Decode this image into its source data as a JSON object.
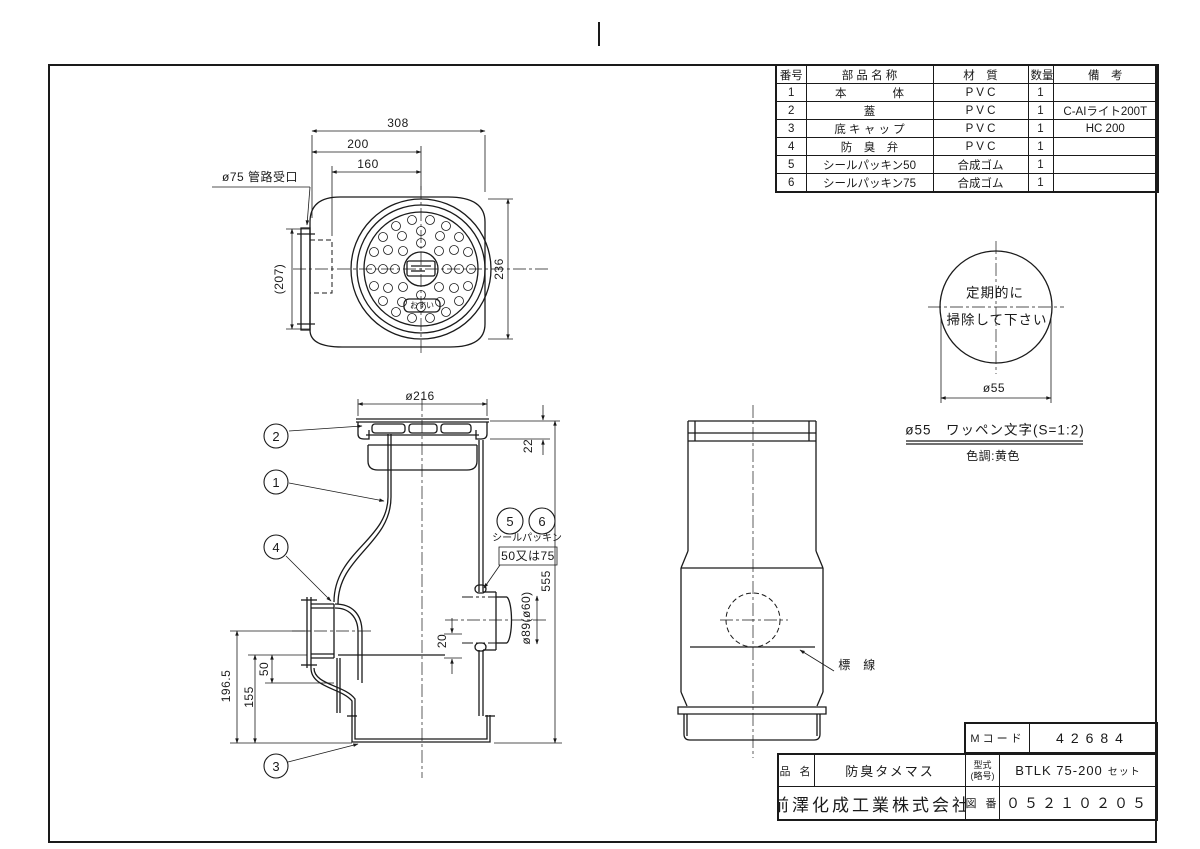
{
  "colors": {
    "line": "#1a1a1a",
    "background": "#ffffff"
  },
  "parts_table": {
    "headers": [
      "番号",
      "部 品 名 称",
      "材　質",
      "数量",
      "備　考"
    ],
    "rows": [
      {
        "no": "1",
        "name": "本　　　　体",
        "material": "P V C",
        "qty": "1",
        "remarks": ""
      },
      {
        "no": "2",
        "name": "蓋",
        "material": "P V C",
        "qty": "1",
        "remarks": "C-AIライト200T"
      },
      {
        "no": "3",
        "name": "底 キ ャ ッ プ",
        "material": "P V C",
        "qty": "1",
        "remarks": "HC 200"
      },
      {
        "no": "4",
        "name": "防　臭　弁",
        "material": "P V C",
        "qty": "1",
        "remarks": ""
      },
      {
        "no": "5",
        "name": "シールパッキン50",
        "material": "合成ゴム",
        "qty": "1",
        "remarks": ""
      },
      {
        "no": "6",
        "name": "シールパッキン75",
        "material": "合成ゴム",
        "qty": "1",
        "remarks": ""
      }
    ]
  },
  "top_view": {
    "dim_width_overall": "308",
    "dim_width_200": "200",
    "dim_width_160": "160",
    "dim_height_side": "(207)",
    "dim_height_front": "236",
    "socket_label": "ø75 管路受口",
    "lid_mark": "おすい"
  },
  "section_view": {
    "dim_lid_dia": "ø216",
    "dim_lid_height": "22",
    "dim_total_height": "555",
    "dim_outlet": "ø89(ø60)",
    "dim_offset": "20",
    "dim_depth_1": "196.5",
    "dim_depth_2": "155",
    "dim_depth_3": "50",
    "seal_note_line1": "シールパッキン",
    "seal_note_line2": "50又は75",
    "balloons": [
      "1",
      "2",
      "3",
      "4",
      "5",
      "6"
    ]
  },
  "side_view": {
    "marker_label": "標　線"
  },
  "wappen_detail": {
    "line1": "定期的に",
    "line2": "掃除して下さい",
    "dim_dia": "ø55",
    "caption": "ø55　ワッペン文字(S=1:2)",
    "color_note": "色調:黄色"
  },
  "title_block": {
    "m_code_label": "Mコード",
    "m_code_value": "42684",
    "name_label": "品 名",
    "name_value": "防臭タメマス",
    "model_label_1": "型式",
    "model_label_2": "(略号)",
    "model_value": "BTLK 75-200",
    "model_unit": "セット",
    "company": "前澤化成工業株式会社",
    "dwg_label": "図 番",
    "dwg_value": "０５２１０２０５"
  }
}
